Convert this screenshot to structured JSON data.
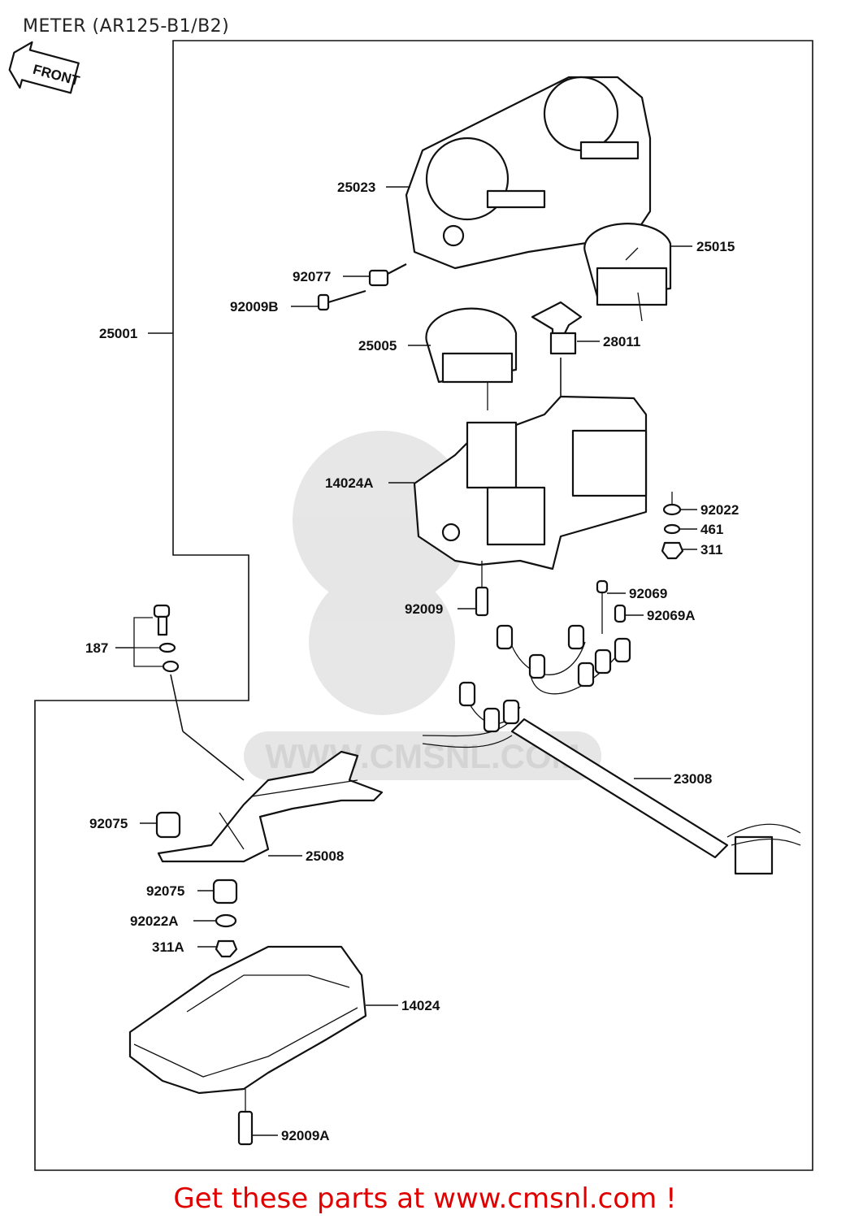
{
  "title": "METER (AR125-B1/B2)",
  "front_badge": "FRONT",
  "watermark": "WWW.CMSNL.COM",
  "footer": "Get these parts at www.cmsnl.com !",
  "labels": [
    "25023",
    "25015",
    "92077",
    "92009B",
    "25005",
    "28011",
    "25001",
    "14024A",
    "92022",
    "461",
    "311",
    "92009",
    "92069",
    "92069A",
    "187",
    "23008",
    "92075",
    "25008",
    "92075",
    "92022A",
    "311A",
    "14024",
    "92009A"
  ]
}
